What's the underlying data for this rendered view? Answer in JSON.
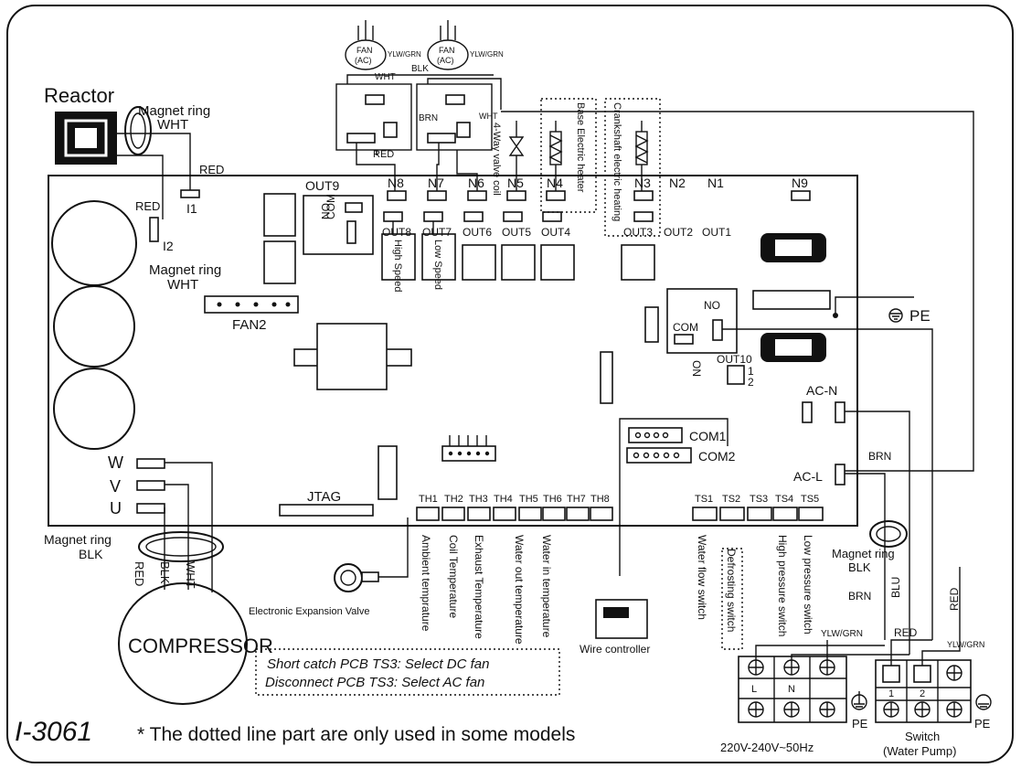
{
  "model_code": "I-3061",
  "footnote": "* The dotted line part are only used in some models",
  "components": {
    "reactor": "Reactor",
    "magnet_ring_wht": "Magnet ring",
    "wht": "WHT",
    "red": "RED",
    "i1": "I1",
    "i2": "I2",
    "fan2": "FAN2",
    "jtag": "JTAG",
    "w": "W",
    "v": "V",
    "u": "U",
    "magnet_ring_blk": "Magnet ring",
    "blk": "BLK",
    "compressor": "COMPRESSOR",
    "eev": "Electronic Expansion Valve",
    "wire_controller": "Wire controller",
    "out9": "OUT9",
    "on": "ON",
    "com": "COM",
    "no": "NO",
    "out10": "OUT10",
    "pe": "PE",
    "ac_n": "AC-N",
    "ac_l": "AC-L",
    "brn": "BRN",
    "blu": "BLU",
    "ylw_grn": "YLW/GRN",
    "com1": "COM1",
    "com2": "COM2",
    "four_way_valve": "4-Way valve coil",
    "base_heater": "Base Electric heater",
    "crankshaft_heater": "Crankshaft electric heating",
    "fan_ac": "FAN",
    "fan_ac_sub": "(AC)",
    "high_speed": "High Speed",
    "low_speed": "Low Speed",
    "supply": "220V-240V~50Hz",
    "switch_label": "Switch",
    "switch_sub": "(Water Pump)"
  },
  "n_terminals": [
    "N8",
    "N7",
    "N6",
    "N5",
    "N4",
    "N3",
    "N2",
    "N1",
    "N9"
  ],
  "out_terminals": [
    "OUT8",
    "OUT7",
    "OUT6",
    "OUT5",
    "OUT4",
    "OUT3",
    "OUT2",
    "OUT1"
  ],
  "th_labels": [
    "TH1",
    "TH2",
    "TH3",
    "TH4",
    "TH5",
    "TH6",
    "TH7",
    "TH8"
  ],
  "th_descriptions": [
    "Ambient temprature",
    "Coil Temperature",
    "Exhaust Temperature",
    "Water out temperature",
    "Water in temperature"
  ],
  "ts_labels": [
    "TS1",
    "TS2",
    "TS3",
    "TS4",
    "TS5"
  ],
  "ts_descriptions": [
    "Water flow switch",
    "Defrosting switch",
    "High pressure switch",
    "Low pressure switch"
  ],
  "note_lines": [
    "Short catch PCB TS3: Select DC fan",
    "Disconnect PCB TS3: Select AC fan"
  ],
  "supply_terminals": [
    "L",
    "N"
  ],
  "switch_terminals": [
    "1",
    "2"
  ]
}
